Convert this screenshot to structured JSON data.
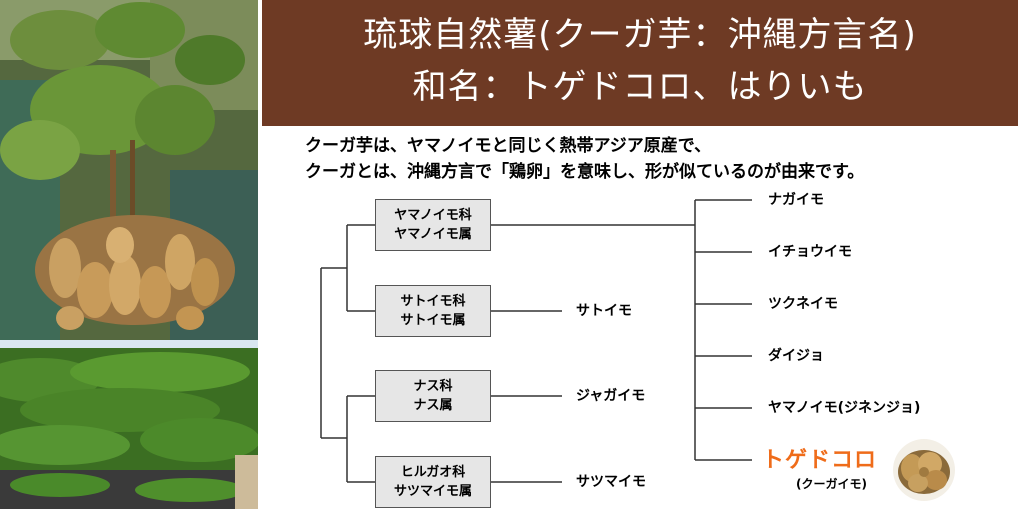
{
  "header": {
    "title_line1": "琉球自然薯(クーガ芋：沖縄方言名)",
    "title_line2": "和名：トゲドコロ、はりいも"
  },
  "description": {
    "line1": "クーガ芋は、ヤマノイモと同じく熱帯アジア原産で、",
    "line2": "クーガとは、沖縄方言で「鶏卵」を意味し、形が似ているのが由来です。"
  },
  "tree": {
    "families": [
      {
        "family": "ヤマノイモ科",
        "genus": "ヤマノイモ属"
      },
      {
        "family": "サトイモ科",
        "genus": "サトイモ属",
        "species": "サトイモ"
      },
      {
        "family": "ナス科",
        "genus": "ナス属",
        "species": "ジャガイモ"
      },
      {
        "family": "ヒルガオ科",
        "genus": "サツマイモ属",
        "species": "サツマイモ"
      }
    ],
    "yam_species": [
      "ナガイモ",
      "イチョウイモ",
      "ツクネイモ",
      "ダイジョ",
      "ヤマノイモ(ジネンジョ)"
    ],
    "highlight": {
      "name": "トゲドコロ",
      "note": "(クーガイモ)"
    }
  },
  "colors": {
    "header_bg": "#6e3a24",
    "highlight": "#ef6c1a",
    "box_bg": "#e6e6e6"
  }
}
